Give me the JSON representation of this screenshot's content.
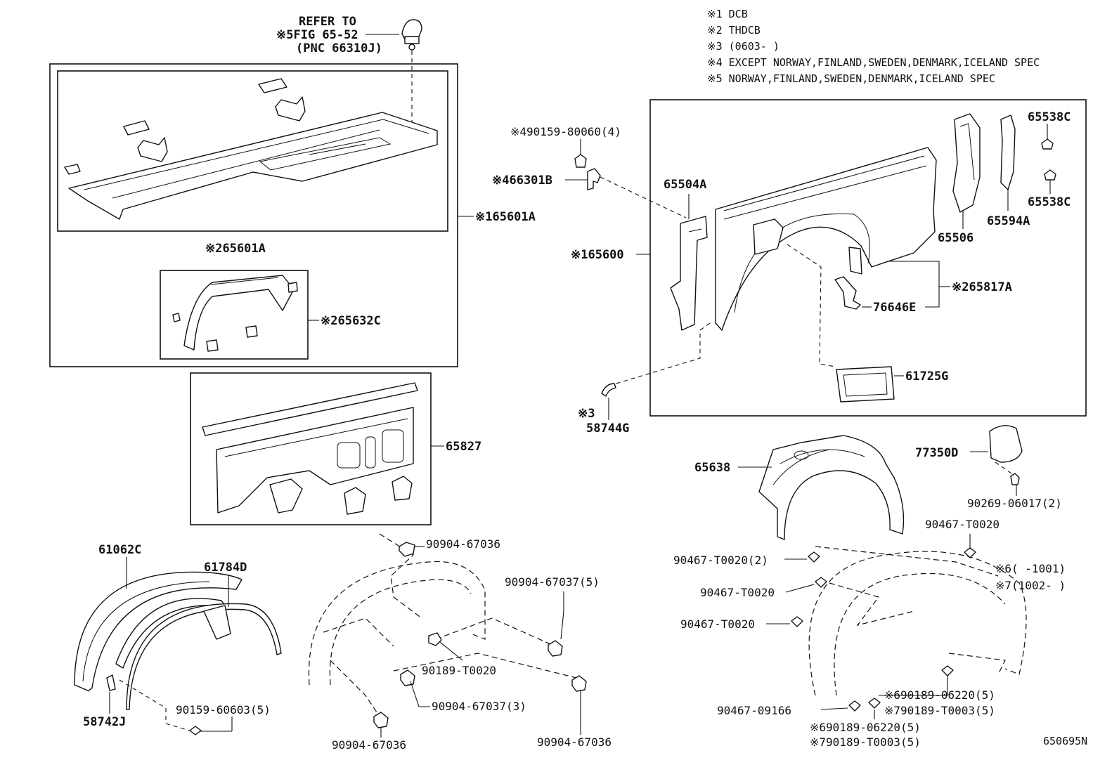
{
  "diagram_id": "650695N",
  "notes": [
    "※1 DCB",
    "※2 THDCB",
    "※3 (0603-       )",
    "※4 EXCEPT NORWAY,FINLAND,SWEDEN,DENMARK,ICELAND SPEC",
    "※5 NORWAY,FINLAND,SWEDEN,DENMARK,ICELAND SPEC"
  ],
  "refer": {
    "line1": "REFER TO",
    "line2": "※5FIG 65-52",
    "line3": "(PNC 66310J)"
  },
  "labels": {
    "p165601A": "※165601A",
    "p265601A": "※265601A",
    "p265632C": "※265632C",
    "p65827": "65827",
    "p61062C": "61062C",
    "p61784D": "61784D",
    "p58742J": "58742J",
    "p90159_60603": "90159-60603(5)",
    "p90904_67036_top": "90904-67036",
    "p90904_67037_5": "90904-67037(5)",
    "p90189_T0020": "90189-T0020",
    "p90904_67037_3": "90904-67037(3)",
    "p90904_67036_bl": "90904-67036",
    "p90904_67036_br": "90904-67036",
    "p90159_80060": "※490159-80060(4)",
    "p66301B": "※466301B",
    "p165600": "※165600",
    "p3": "※3",
    "p58744G": "58744G",
    "p65504A": "65504A",
    "p65506": "65506",
    "p65594A": "65594A",
    "p65538C_a": "65538C",
    "p65538C_b": "65538C",
    "p265817A": "※265817A",
    "p76646E": "76646E",
    "p61725G": "61725G",
    "p65638": "65638",
    "p77350D": "77350D",
    "p90269_06017": "90269-06017(2)",
    "p90467_T0020_top": "90467-T0020",
    "p90467_T0020_2": "90467-T0020(2)",
    "p90467_T0020_a": "90467-T0020",
    "p90467_T0020_b": "90467-T0020",
    "p6": "※6(     -1001)",
    "p7": "※7(1002-     )",
    "p690189_06220_r": "※690189-06220(5)",
    "p790189_T0003_r": "※790189-T0003(5)",
    "p90467_09166": "90467-09166",
    "p690189_06220_b": "※690189-06220(5)",
    "p790189_T0003_b": "※790189-T0003(5)"
  }
}
